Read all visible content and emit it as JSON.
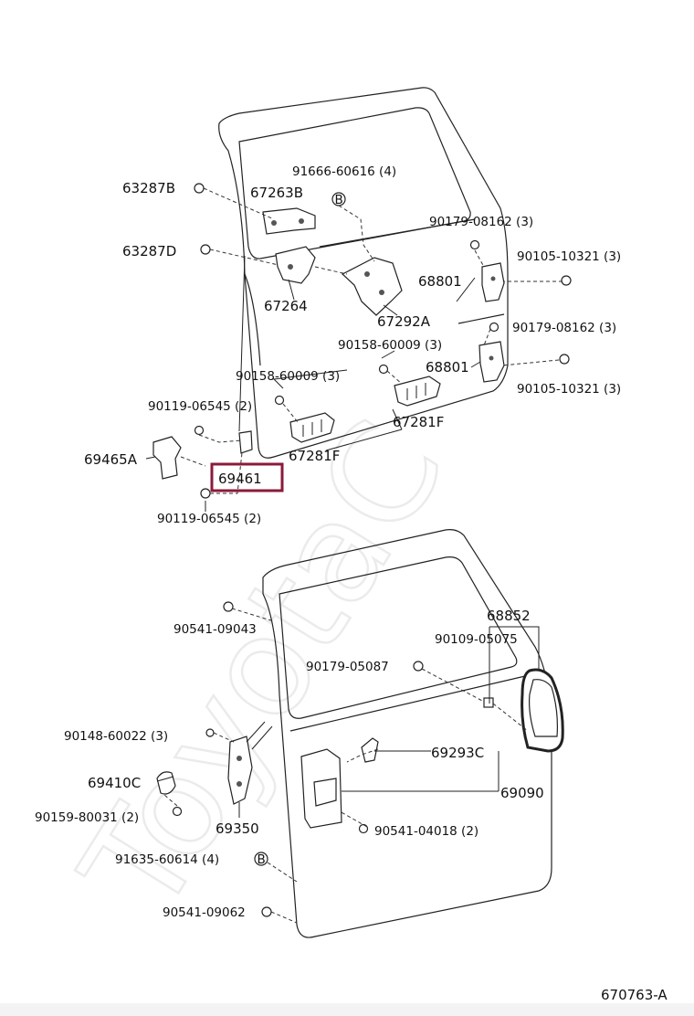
{
  "watermark": "ToyotaC",
  "diagram_code": "670763-A",
  "highlighted_part": "69461",
  "labels": {
    "p63287B": "63287B",
    "p67263B": "67263B",
    "p91666": "91666-60616 (4)",
    "p90179_08162a": "90179-08162 (3)",
    "p63287D": "63287D",
    "p90105_a": "90105-10321 (3)",
    "p68801a": "68801",
    "p67264": "67264",
    "p67292A": "67292A",
    "p90179_08162b": "90179-08162 (3)",
    "p90158a": "90158-60009 (3)",
    "p68801b": "68801",
    "p90158b": "90158-60009 (3)",
    "p90105_b": "90105-10321 (3)",
    "p90119a": "90119-06545 (2)",
    "p67281F_a": "67281F",
    "p69465A": "69465A",
    "p67281F_b": "67281F",
    "p69461": "69461",
    "p90119b": "90119-06545 (2)",
    "p90541_09043": "90541-09043",
    "p68852": "68852",
    "p90109": "90109-05075",
    "p90179_05087": "90179-05087",
    "p90148": "90148-60022 (3)",
    "p69293C": "69293C",
    "p69410C": "69410C",
    "p69090": "69090",
    "p90159": "90159-80031 (2)",
    "p90541_04018": "90541-04018 (2)",
    "p69350": "69350",
    "p91635": "91635-60614 (4)",
    "p90541_09062": "90541-09062"
  },
  "icons": {
    "bolt_marker": "B"
  }
}
